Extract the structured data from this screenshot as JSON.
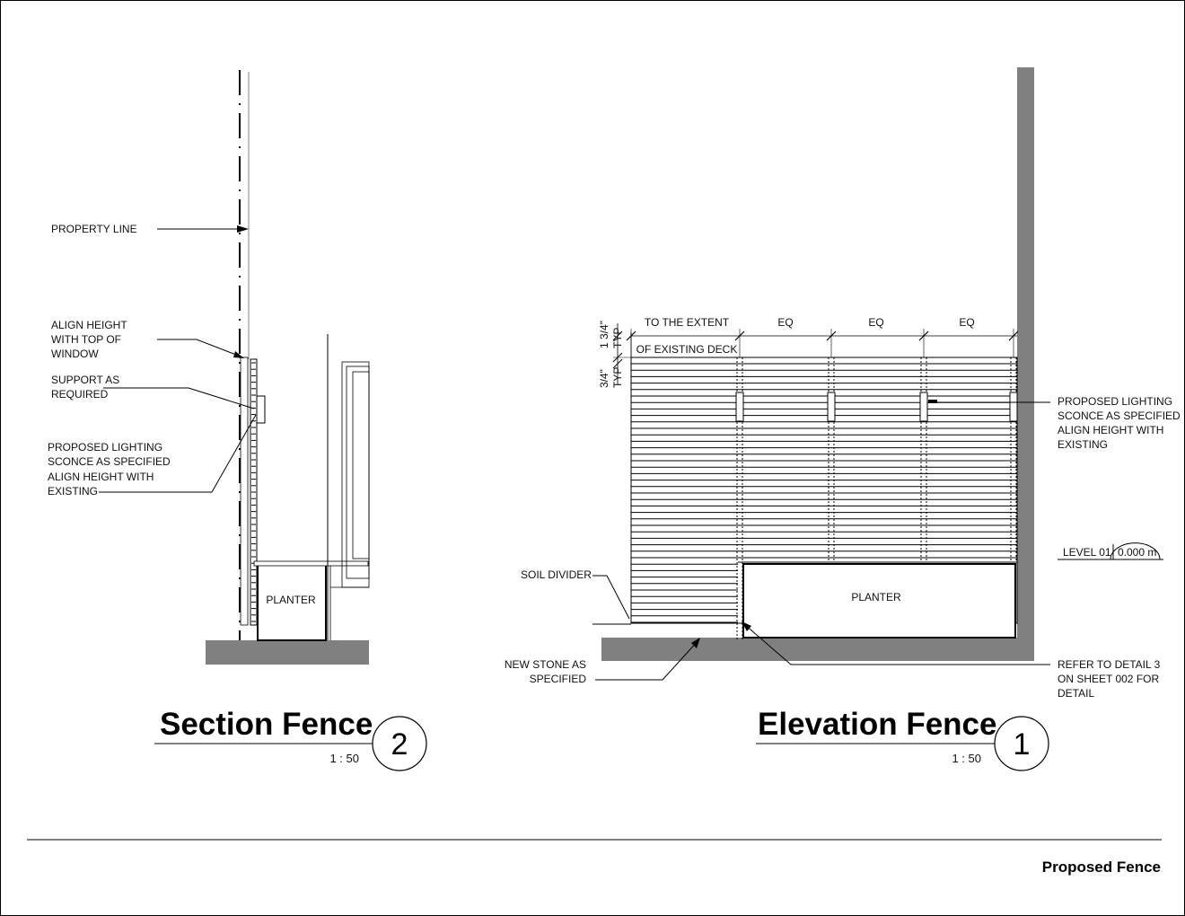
{
  "section": {
    "property_line": "PROPERTY LINE",
    "align_height": [
      "ALIGN HEIGHT",
      "WITH TOP OF",
      "WINDOW"
    ],
    "support": [
      "SUPPORT AS",
      "REQUIRED"
    ],
    "lighting": [
      "PROPOSED LIGHTING",
      "SCONCE AS SPECIFIED",
      "ALIGN HEIGHT WITH",
      "EXISTING"
    ],
    "planter": "PLANTER",
    "title": "Section Fence",
    "scale": "1 : 50",
    "number": "2"
  },
  "elevation": {
    "dim_extent": [
      "TO THE EXTENT",
      "OF EXISTING DECK"
    ],
    "dim_eq": [
      "EQ",
      "EQ",
      "EQ"
    ],
    "dim_134": [
      "1 3/4\"",
      "TYP"
    ],
    "dim_34": [
      "3/4\"",
      "TYP"
    ],
    "lighting": [
      "PROPOSED LIGHTING",
      "SCONCE  AS SPECIFIED",
      "ALIGN HEIGHT WITH",
      "EXISTING"
    ],
    "level_name": "LEVEL 01",
    "level_value": "0.000 m",
    "soil_divider": "SOIL DIVIDER",
    "new_stone": [
      "NEW STONE AS",
      "SPECIFIED"
    ],
    "refer": [
      "REFER TO DETAIL 3",
      "ON SHEET 002 FOR",
      "DETAIL"
    ],
    "planter": "PLANTER",
    "title": "Elevation Fence",
    "scale": "1 : 50",
    "number": "1"
  },
  "sheet": {
    "name": "Proposed Fence"
  },
  "colors": {
    "ground": "#808080",
    "wall": "#808080",
    "line": "#000000"
  }
}
